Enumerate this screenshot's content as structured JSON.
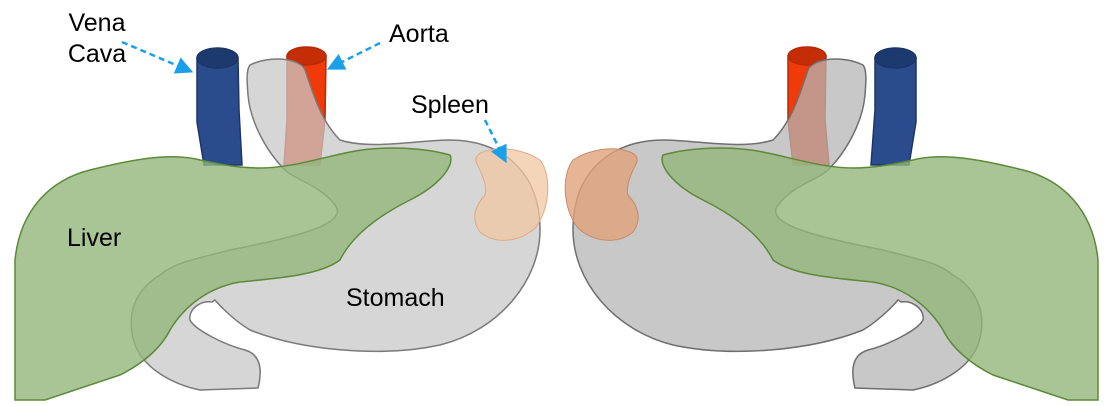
{
  "labels": {
    "vena_cava_line1": "Vena",
    "vena_cava_line2": "Cava",
    "aorta": "Aorta",
    "spleen": "Spleen",
    "liver": "Liver",
    "stomach": "Stomach"
  },
  "colors": {
    "liver_fill": "#93b57a",
    "liver_stroke": "#5c8a3a",
    "stomach_fill": "#c8c8c8",
    "stomach_stroke": "#7a7a7a",
    "spleen_fill": "#f2c7a3",
    "vena_cava": "#2b4c8c",
    "aorta": "#f03a0a",
    "pointer_arrow": "#1aa0e8"
  },
  "views": [
    {
      "name": "left-view",
      "mirrored": false,
      "labeled": true
    },
    {
      "name": "right-view",
      "mirrored": true,
      "labeled": false
    }
  ]
}
